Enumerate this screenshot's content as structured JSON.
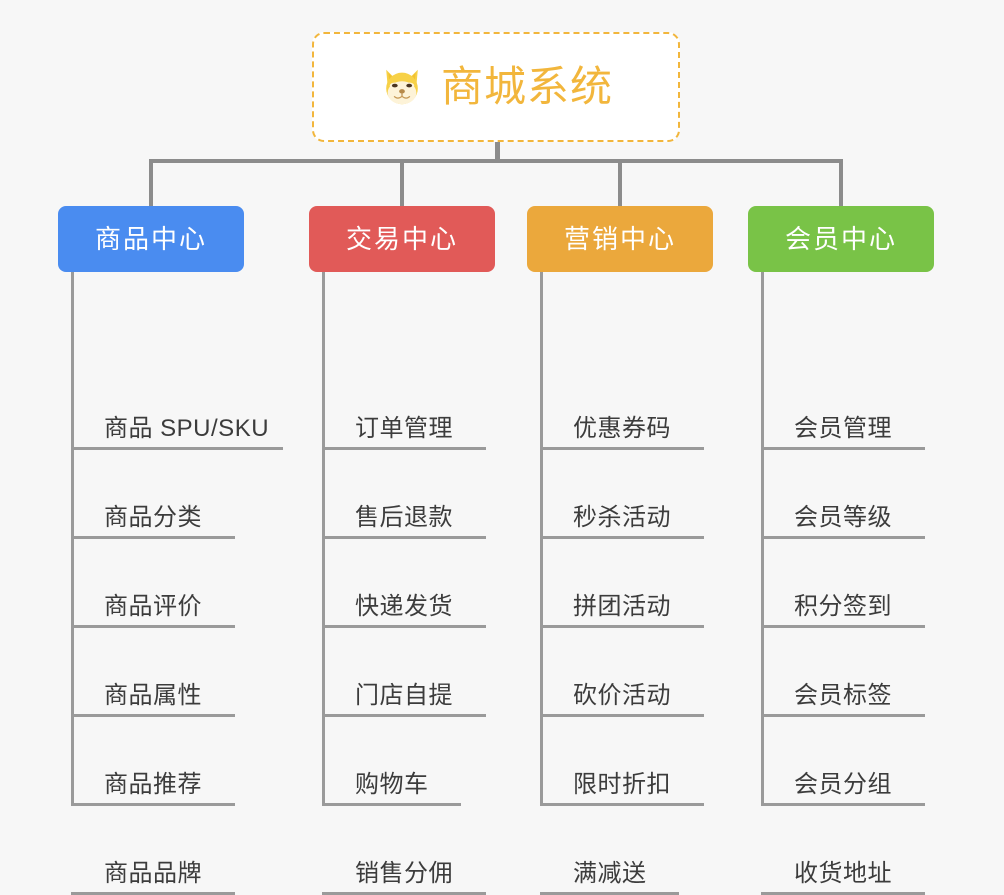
{
  "diagram": {
    "type": "organization-tree",
    "background_color": "#f7f7f7",
    "root": {
      "title": "商城系统",
      "icon": "shiba-dog-face-emoji",
      "text_color": "#f2b63c",
      "border_color": "#f2b63c",
      "background_color": "#ffffff"
    },
    "columns": [
      {
        "title": "商品中心",
        "color": "#4a8cf0",
        "head_width": 186,
        "items": [
          {
            "label": "商品 SPU/SKU",
            "underline_width": 212
          },
          {
            "label": "商品分类",
            "underline_width": 164
          },
          {
            "label": "商品评价",
            "underline_width": 164
          },
          {
            "label": "商品属性",
            "underline_width": 164
          },
          {
            "label": "商品推荐",
            "underline_width": 164
          },
          {
            "label": "商品品牌",
            "underline_width": 164
          }
        ]
      },
      {
        "title": "交易中心",
        "color": "#e15a58",
        "head_width": 186,
        "items": [
          {
            "label": "订单管理",
            "underline_width": 164
          },
          {
            "label": "售后退款",
            "underline_width": 164
          },
          {
            "label": "快递发货",
            "underline_width": 164
          },
          {
            "label": "门店自提",
            "underline_width": 164
          },
          {
            "label": "购物车",
            "underline_width": 139
          },
          {
            "label": "销售分佣",
            "underline_width": 164
          }
        ]
      },
      {
        "title": "营销中心",
        "color": "#eba83c",
        "head_width": 186,
        "items": [
          {
            "label": "优惠券码",
            "underline_width": 164
          },
          {
            "label": "秒杀活动",
            "underline_width": 164
          },
          {
            "label": "拼团活动",
            "underline_width": 164
          },
          {
            "label": "砍价活动",
            "underline_width": 164
          },
          {
            "label": "限时折扣",
            "underline_width": 164
          },
          {
            "label": "满减送",
            "underline_width": 139
          }
        ]
      },
      {
        "title": "会员中心",
        "color": "#79c347",
        "head_width": 186,
        "items": [
          {
            "label": "会员管理",
            "underline_width": 164
          },
          {
            "label": "会员等级",
            "underline_width": 164
          },
          {
            "label": "积分签到",
            "underline_width": 164
          },
          {
            "label": "会员标签",
            "underline_width": 164
          },
          {
            "label": "会员分组",
            "underline_width": 164
          },
          {
            "label": "收货地址",
            "underline_width": 164
          }
        ]
      }
    ]
  }
}
